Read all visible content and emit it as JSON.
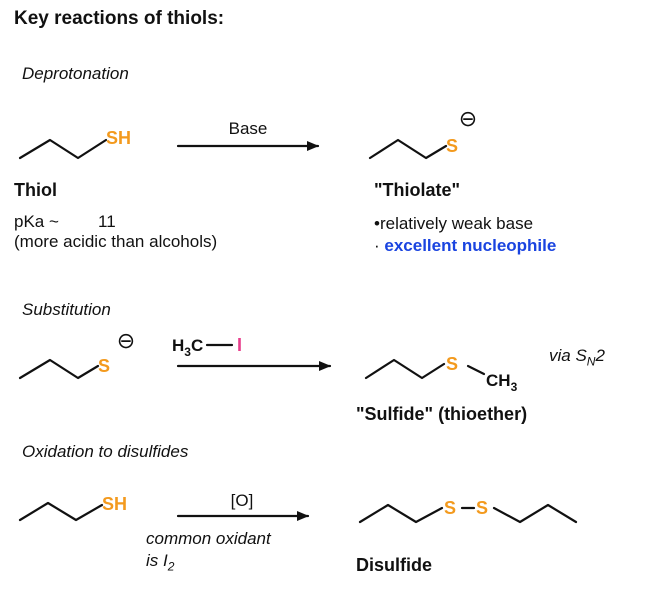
{
  "title": "Key reactions of thiols:",
  "colors": {
    "sulfur": "#f39a1e",
    "iodine": "#e83e8c",
    "emphasis": "#1a44e0",
    "ink": "#111111"
  },
  "icons": [
    "negative-charge-icon",
    "reaction-arrow-icon"
  ],
  "deprotonation": {
    "heading": "Deprotonation",
    "reactant_atom": "SH",
    "reagent": "Base",
    "product_atom": "S",
    "charge_symbol": "⊖",
    "reactant_name": "Thiol",
    "product_name": "\"Thiolate\"",
    "pka_label": "pKa ~",
    "pka_value": "11",
    "acidity_note": "(more acidic than alcohols)",
    "bullet1": "•relatively weak base",
    "bullet2_prefix": "· ",
    "bullet2": "excellent nucleophile"
  },
  "substitution": {
    "heading": "Substitution",
    "reactant_atom": "S",
    "charge_symbol": "⊖",
    "reagent_h": "H",
    "reagent_h_sub": "3",
    "reagent_c": "C",
    "reagent_i": "I",
    "product_atom": "S",
    "product_methyl": "CH",
    "product_methyl_sub": "3",
    "mechanism_via": "via S",
    "mechanism_sub": "N",
    "mechanism_num": "2",
    "product_name": "\"Sulfide\" (thioether)"
  },
  "oxidation": {
    "heading": "Oxidation to disulfides",
    "reactant_atom": "SH",
    "reagent": "[O]",
    "note_line1": "common oxidant",
    "note_line2": "is I",
    "note_sub": "2",
    "product_atom1": "S",
    "product_atom2": "S",
    "product_name": "Disulfide"
  }
}
